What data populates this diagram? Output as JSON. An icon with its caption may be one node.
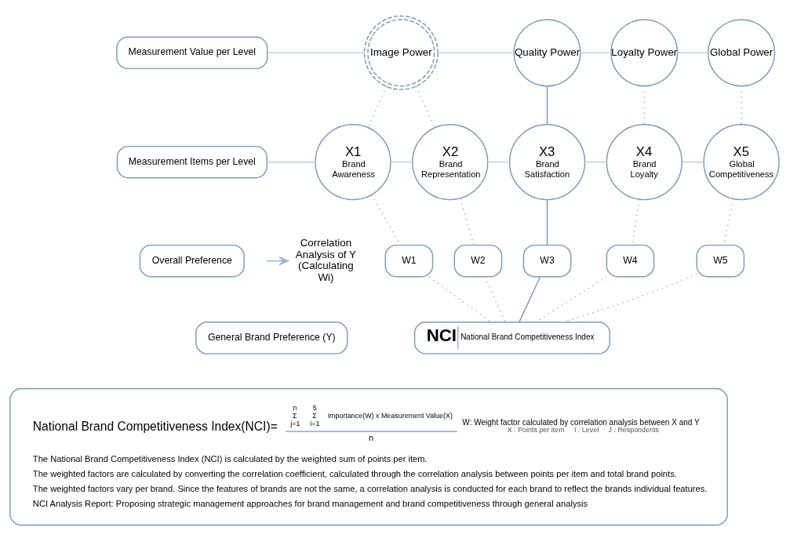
{
  "diagram": {
    "nodes": [
      {
        "text": [
          "Measurement Value per Level"
        ]
      },
      {
        "text": [
          "Image Power"
        ]
      },
      {
        "text": [
          "Quality Power"
        ]
      },
      {
        "text": [
          "Loyalty Power"
        ]
      },
      {
        "text": [
          "Global Power"
        ]
      },
      {
        "text": [
          "Measurement Items per Level"
        ]
      },
      {
        "text": [
          "X1",
          "Brand Awareness"
        ]
      },
      {
        "text": [
          "X2",
          "Brand Representation"
        ]
      },
      {
        "text": [
          "X3",
          "Brand Satisfaction"
        ]
      },
      {
        "text": [
          "X4",
          "Brand Loyalty"
        ]
      },
      {
        "text": [
          "X5",
          "Global Competitiveness"
        ]
      },
      {
        "text": [
          "Overall Preference"
        ]
      },
      {
        "text": [
          "General Brand Preference (Y)"
        ]
      },
      {
        "text": [
          "Correlation Analysis of Y (Calculating Wi)"
        ]
      },
      {
        "text": [
          "W1"
        ]
      },
      {
        "text": [
          "W2"
        ]
      },
      {
        "text": [
          "W3"
        ]
      },
      {
        "text": [
          "W4"
        ]
      },
      {
        "text": [
          "W5"
        ]
      },
      {
        "text": [
          "NCI",
          "National Brand Competitiveness Index"
        ]
      },
      {
        "text": [
          "National Brand Competitiveness Index(NCI)=",
          "n",
          "Σ",
          "j=1",
          "5",
          "Σ",
          "i=1",
          "Importance(W) x Measurement Value(X)",
          "n",
          "W: Weight factor calculated by correlation analysis between X and Y",
          "X : Points per item",
          "I : Level",
          "J : Respondents",
          "The National Brand Competitiveness Index (NCI) is calculated by the weighted sum of points per item.",
          "The weighted factors are calculated by converting the correlation coefficient, calculated through the correlation analysis between points per item and total brand points.",
          "The weighted factors vary per brand. Since the features of brands are not the same, a correlation analysis is conducted for each brand to reflect the brands individual features.",
          "NCI Analysis Report: Proposing strategic management approaches for brand management and brand competitiveness through general analysis"
        ]
      }
    ],
    "edges": [
      {
        "from": 0,
        "to": 1,
        "arrow": "none",
        "color": "#c3d0e0"
      },
      {
        "from": 1,
        "to": 2,
        "arrow": "none",
        "color": "#c3d0e0"
      },
      {
        "from": 2,
        "to": 3,
        "arrow": "none",
        "color": "#c3d0e0"
      },
      {
        "from": 3,
        "to": 4,
        "arrow": "none",
        "color": "#c3d0e0"
      },
      {
        "from": 5,
        "to": 6,
        "arrow": "none",
        "color": "#c3d0e0"
      },
      {
        "from": 6,
        "to": 7,
        "arrow": "none",
        "color": "#c3d0e0"
      },
      {
        "from": 7,
        "to": 8,
        "arrow": "none",
        "color": "#c3d0e0"
      },
      {
        "from": 8,
        "to": 9,
        "arrow": "none",
        "color": "#c3d0e0"
      },
      {
        "from": 9,
        "to": 10,
        "arrow": "none",
        "color": "#c3d0e0"
      },
      {
        "from": 1,
        "to": 6,
        "arrow": "none",
        "style": "dashed"
      },
      {
        "from": 1,
        "to": 7,
        "arrow": "none",
        "style": "dashed"
      },
      {
        "from": 2,
        "to": 8,
        "arrow": "none"
      },
      {
        "from": 3,
        "to": 9,
        "arrow": "none",
        "style": "dashed"
      },
      {
        "from": 4,
        "to": 10,
        "arrow": "none",
        "style": "dashed"
      },
      {
        "from": 6,
        "to": 14,
        "arrow": "none",
        "style": "dashed"
      },
      {
        "from": 7,
        "to": 15,
        "arrow": "none",
        "style": "dashed"
      },
      {
        "from": 8,
        "to": 16,
        "arrow": "none"
      },
      {
        "from": 9,
        "to": 17,
        "arrow": "none",
        "style": "dashed"
      },
      {
        "from": 10,
        "to": 18,
        "arrow": "none",
        "style": "dashed"
      },
      {
        "from": 14,
        "to": 19,
        "arrow": "none",
        "style": "dashed"
      },
      {
        "from": 15,
        "to": 19,
        "arrow": "none",
        "style": "dashed"
      },
      {
        "from": 16,
        "to": 19,
        "arrow": "none"
      },
      {
        "from": 17,
        "to": 19,
        "arrow": "none",
        "style": "dashed"
      },
      {
        "from": 18,
        "to": 19,
        "arrow": "none",
        "style": "dashed"
      },
      {
        "from": null,
        "to": 13,
        "arrow": "to",
        "color": "#9fb3cc"
      }
    ]
  }
}
